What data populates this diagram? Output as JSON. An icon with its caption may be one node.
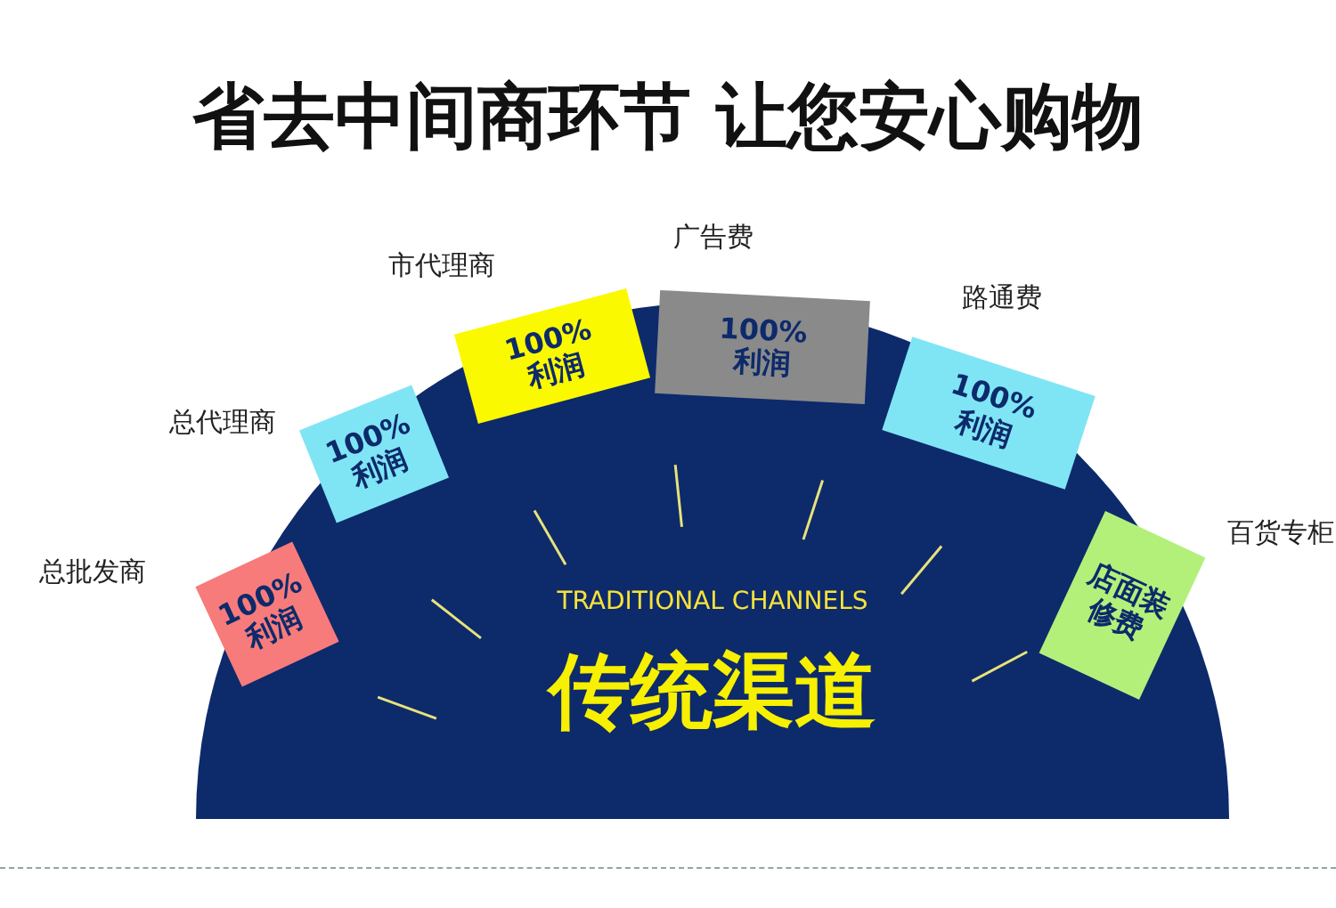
{
  "diagram": {
    "title": "省去中间商环节 让您安心购物",
    "nodes": [
      {
        "text": [
          "TRADITIONAL CHANNELS",
          "传统渠道"
        ]
      },
      {
        "text": [
          "100% 利润"
        ],
        "beside": [
          "总批发商"
        ],
        "in": 0
      },
      {
        "text": [
          "100% 利润"
        ],
        "beside": [
          "总代理商"
        ],
        "in": 0
      },
      {
        "text": [
          "100% 利润"
        ],
        "beside": [
          "市代理商"
        ],
        "in": 0
      },
      {
        "text": [
          "100% 利润"
        ],
        "beside": [
          "广告费"
        ],
        "in": 0
      },
      {
        "text": [
          "100% 利润"
        ],
        "beside": [
          "路通费"
        ],
        "in": 0
      },
      {
        "text": [
          "店面装修费"
        ],
        "beside": [
          "百货专柜"
        ],
        "in": 0
      }
    ]
  }
}
